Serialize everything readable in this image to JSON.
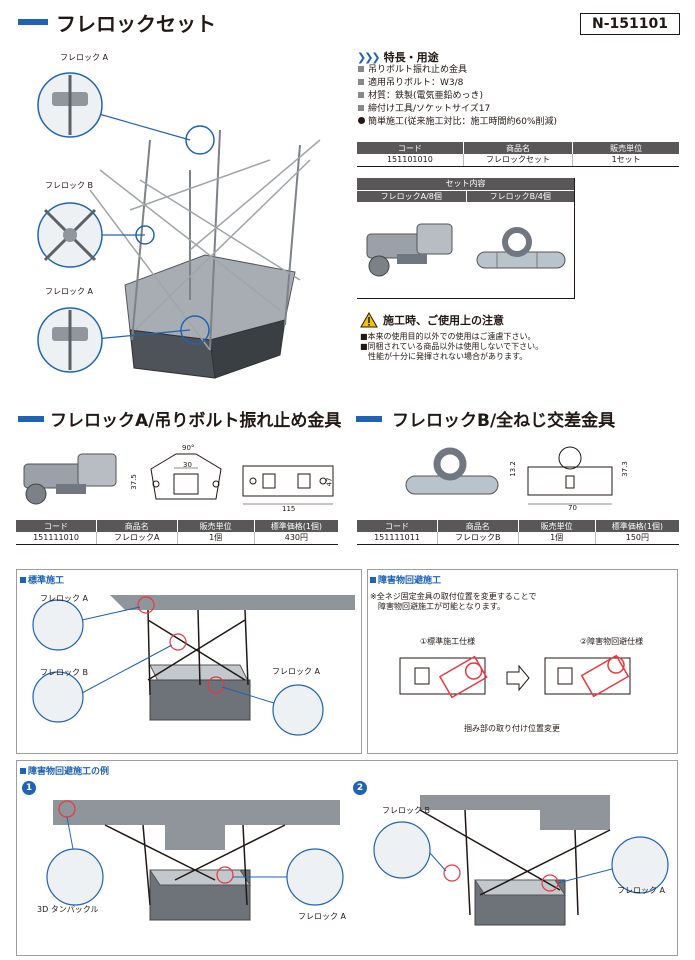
{
  "header": {
    "title": "フレロックセット",
    "product_code": "N-151101"
  },
  "features": {
    "title": "特長・用途",
    "items": [
      "吊りボルト振れ止め金具",
      "適用吊りボルト：W3/8",
      "材質：鉄製(電気亜鉛めっき)",
      "締付け工具/ソケットサイズ17"
    ],
    "highlight": "簡単施工(従来施工対比：施工時間約60%削減)"
  },
  "set_table": {
    "headers": [
      "コード",
      "商品名",
      "販売単位"
    ],
    "rows": [
      [
        "151101010",
        "フレロックセット",
        "1セット"
      ]
    ]
  },
  "set_contents": {
    "title": "セット内容",
    "columns": [
      "フレロックA/8個",
      "フレロックB/4個"
    ]
  },
  "caution": {
    "title": "施工時、ご使用上の注意",
    "lines": [
      "■本来の使用目的以外での使用はご遠慮下さい。",
      "■同梱されている商品以外は使用しないで下さい。",
      "性能が十分に発揮されない場合があります。"
    ]
  },
  "main_labels": {
    "a_top": "フレロック A",
    "b": "フレロック B",
    "a_bottom": "フレロック A"
  },
  "section_a": {
    "title": "フレロックA/吊りボルト振れ止め金具",
    "dims": {
      "angle": "90°",
      "w30": "30",
      "h37": "37.5",
      "w115": "115",
      "h47": "47"
    },
    "table": {
      "headers": [
        "コード",
        "商品名",
        "販売単位",
        "標準価格(1個)"
      ],
      "rows": [
        [
          "151111010",
          "フレロックA",
          "1個",
          "430円"
        ]
      ]
    }
  },
  "section_b": {
    "title": "フレロックB/全ねじ交差金具",
    "dims": {
      "h13": "13.2",
      "h37": "37.3",
      "w70": "70"
    },
    "table": {
      "headers": [
        "コード",
        "商品名",
        "販売単位",
        "標準価格(1個)"
      ],
      "rows": [
        [
          "151111011",
          "フレロックB",
          "1個",
          "150円"
        ]
      ]
    }
  },
  "panel_standard": {
    "title": "標準施工",
    "labels": {
      "a1": "フレロック A",
      "b": "フレロック B",
      "a2": "フレロック A"
    }
  },
  "panel_obstacle": {
    "title": "障害物回避施工",
    "note_lines": [
      "※全ネジ固定金具の取付位置を変更することで",
      "障害物回避施工が可能となります。"
    ],
    "spec1": "①標準施工仕様",
    "spec2": "②障害物回避仕様",
    "caption": "掴み部の取り付け位置変更"
  },
  "panel_examples": {
    "title": "障害物回避施工の例",
    "num1": "1",
    "num2": "2",
    "labels": {
      "tanpakkuru": "3D タンパックル",
      "a_left": "フレロック A",
      "b_right": "フレロック B",
      "a_right": "フレロック A"
    }
  },
  "colors": {
    "accent": "#1f64b4",
    "table_header": "#595757",
    "highlight_red": "#e8383d"
  }
}
